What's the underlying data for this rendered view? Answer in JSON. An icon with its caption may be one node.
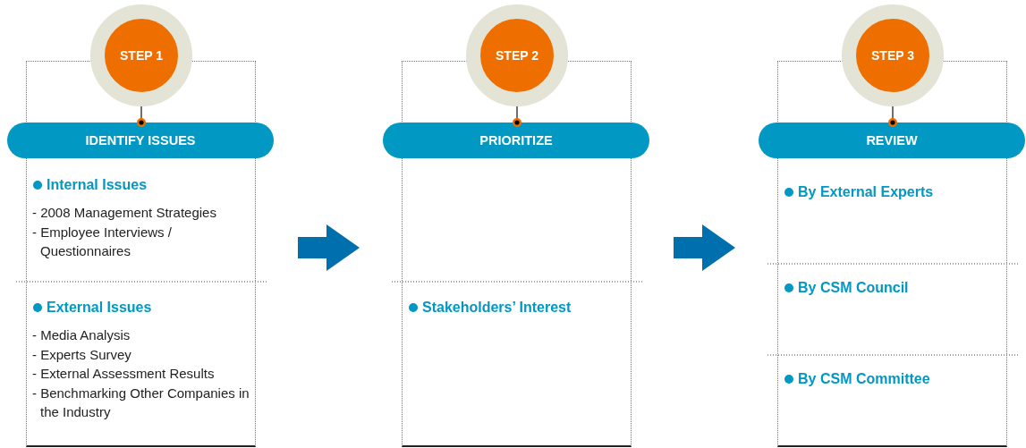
{
  "diagram": {
    "nodes": [
      {
        "text": [],
        "shape": "box"
      },
      {
        "text": [
          "STEP 1"
        ]
      },
      {
        "text": [
          "IDENTIFY ISSUES"
        ]
      },
      {
        "text": [
          "Internal Issues",
          "- 2008 Management Strategies",
          "- Employee Interviews / Questionnaires"
        ],
        "in": 0
      },
      {
        "text": [
          "External Issues",
          "- Media Analysis",
          "- Experts Survey",
          "- External Assessment Results",
          "- Benchmarking Other Companies in the Industry"
        ],
        "in": 0
      },
      {
        "text": [],
        "shape": "box"
      },
      {
        "text": [
          "STEP 2"
        ]
      },
      {
        "text": [
          "PRIORITIZE"
        ]
      },
      {
        "text": [
          "Stakeholders’ Interest"
        ],
        "in": 5
      },
      {
        "text": [],
        "shape": "box"
      },
      {
        "text": [
          "STEP 3"
        ]
      },
      {
        "text": [
          "REVIEW"
        ]
      },
      {
        "text": [
          "By External Experts"
        ],
        "in": 9
      },
      {
        "text": [
          "By CSM Council"
        ],
        "in": 9
      },
      {
        "text": [
          "By CSM Committee"
        ],
        "in": 9
      }
    ],
    "edges": [
      {
        "from": 1,
        "to": 2,
        "arrow": "other"
      },
      {
        "from": 6,
        "to": 7,
        "arrow": "other"
      },
      {
        "from": 10,
        "to": 11,
        "arrow": "other"
      },
      {
        "from": 0,
        "to": 5,
        "arrow": "to",
        "style": "thick",
        "color": "#006fae"
      },
      {
        "from": 5,
        "to": 9,
        "arrow": "to",
        "style": "thick",
        "color": "#006fae"
      }
    ]
  }
}
